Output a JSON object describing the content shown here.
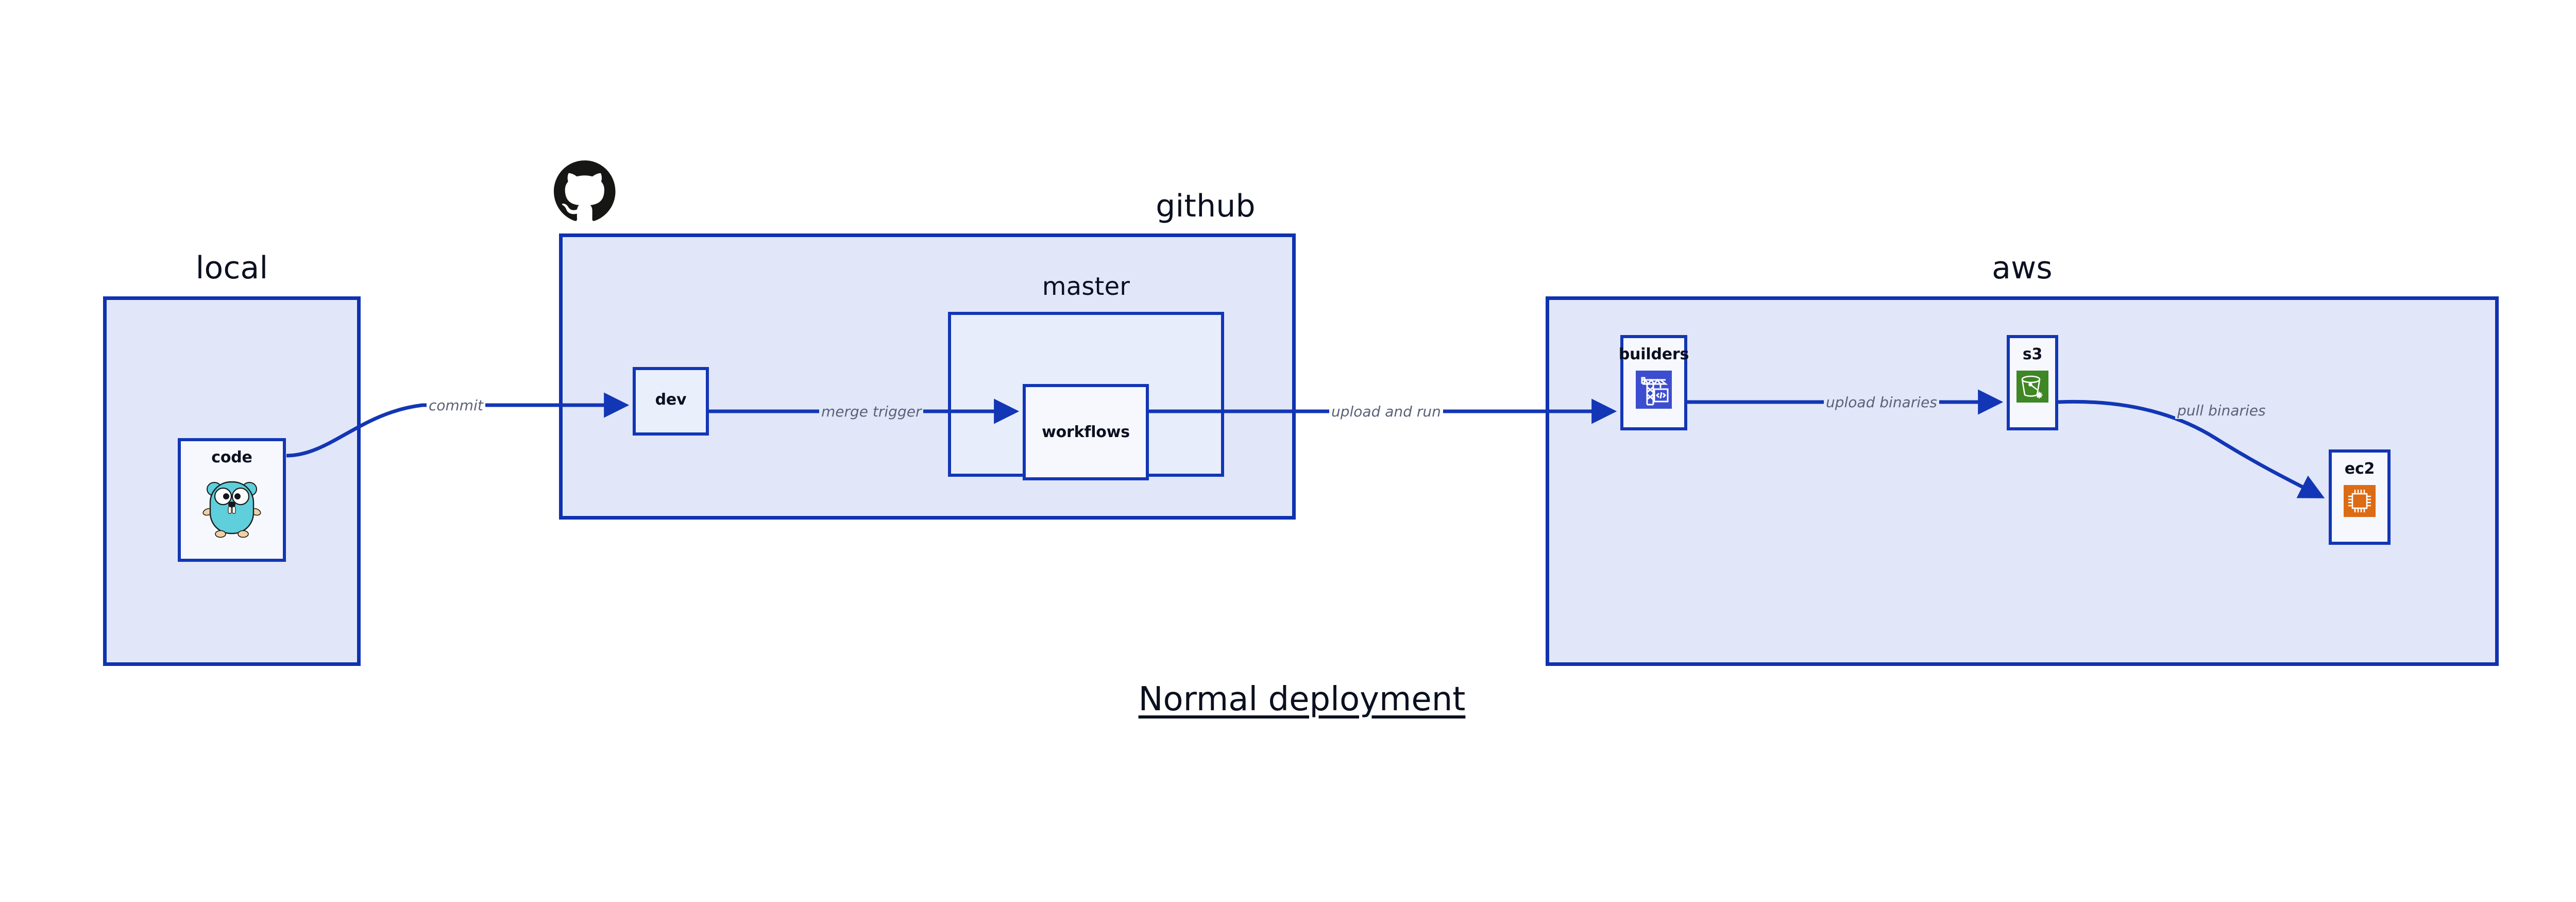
{
  "diagram": {
    "title": "Normal deployment",
    "colors": {
      "group_fill": "#e1e7f9",
      "group_stroke": "#0f32b0",
      "node_fill": "#eaeffc",
      "node_stroke": "#1236b5",
      "edge_stroke": "#1236b5",
      "edge_label_color": "#5b6177",
      "builders_icon_bg": "#3c4ecf",
      "s3_icon_bg": "#3f8624",
      "ec2_icon_bg": "#dd6b14",
      "gopher_body": "#5ecfdb",
      "github_mark": "#161614"
    },
    "groups": [
      {
        "id": "local",
        "label": "local"
      },
      {
        "id": "github",
        "label": "github"
      },
      {
        "id": "aws",
        "label": "aws"
      }
    ],
    "subgroups": [
      {
        "id": "master",
        "label": "master",
        "parent": "github"
      }
    ],
    "nodes": [
      {
        "id": "code",
        "label": "code",
        "icon": "go-gopher-icon",
        "parent": "local"
      },
      {
        "id": "dev",
        "label": "dev",
        "icon": null,
        "parent": "github"
      },
      {
        "id": "workflows",
        "label": "workflows",
        "icon": null,
        "parent": "master"
      },
      {
        "id": "builders",
        "label": "builders",
        "icon": "crane-code-icon",
        "parent": "aws"
      },
      {
        "id": "s3",
        "label": "s3",
        "icon": "s3-bucket-icon",
        "parent": "aws"
      },
      {
        "id": "ec2",
        "label": "ec2",
        "icon": "cpu-chip-icon",
        "parent": "aws"
      }
    ],
    "edges": [
      {
        "id": "code-to-dev",
        "from": "code",
        "to": "dev",
        "label": "commit"
      },
      {
        "id": "dev-to-workflows",
        "from": "dev",
        "to": "workflows",
        "label": "merge trigger"
      },
      {
        "id": "workflows-to-builders",
        "from": "workflows",
        "to": "builders",
        "label": "upload and run"
      },
      {
        "id": "builders-to-s3",
        "from": "builders",
        "to": "s3",
        "label": "upload binaries"
      },
      {
        "id": "s3-to-ec2",
        "from": "s3",
        "to": "ec2",
        "label": "pull binaries"
      }
    ],
    "logos": [
      {
        "id": "github-mark",
        "name": "github-logo-icon"
      }
    ]
  }
}
